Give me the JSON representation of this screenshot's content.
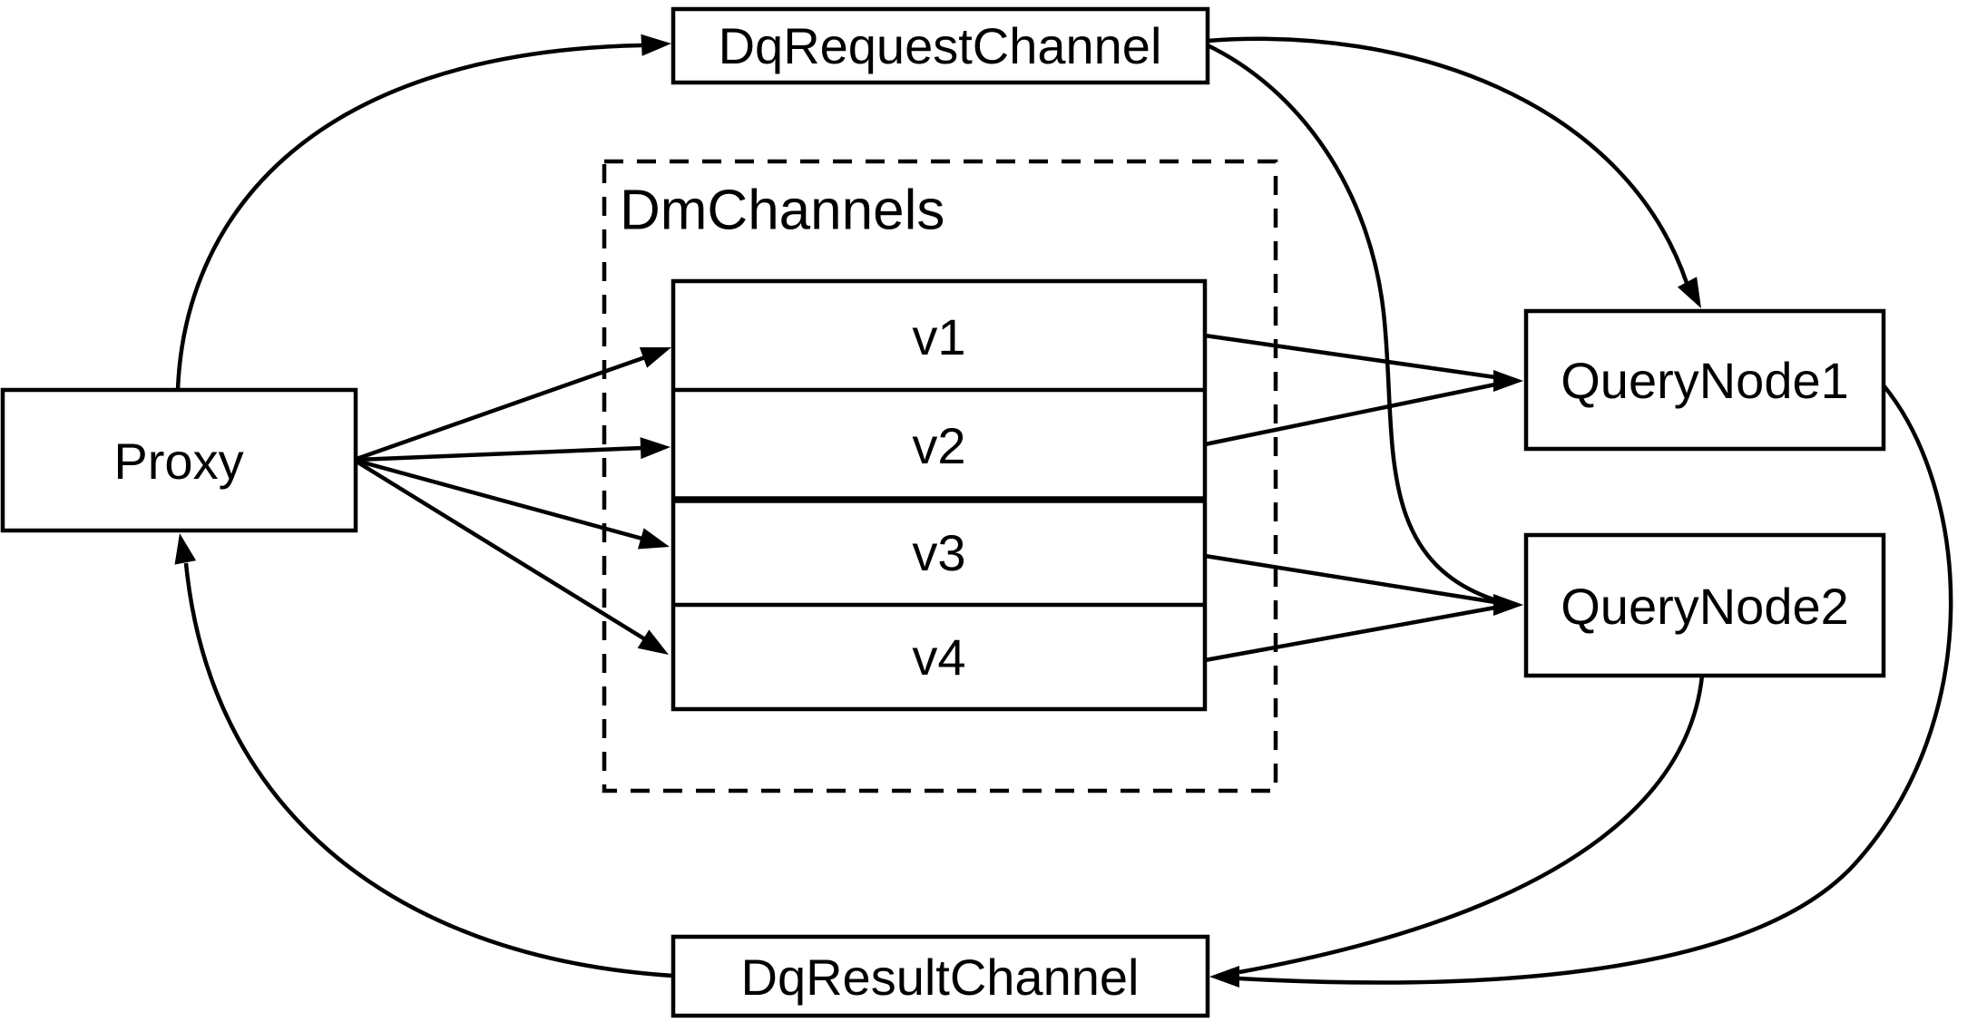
{
  "diagram": {
    "colors": {
      "stroke": "#000000",
      "background": "#ffffff",
      "node_fill": "#ffffff"
    },
    "nodes": {
      "dq_request_channel": {
        "label": "DqRequestChannel"
      },
      "proxy": {
        "label": "Proxy"
      },
      "dm_channels_group": {
        "label": "DmChannels"
      },
      "channels": [
        {
          "label": "v1"
        },
        {
          "label": "v2"
        },
        {
          "label": "v3"
        },
        {
          "label": "v4"
        }
      ],
      "query_node_1": {
        "label": "QueryNode1"
      },
      "query_node_2": {
        "label": "QueryNode2"
      },
      "dq_result_channel": {
        "label": "DqResultChannel"
      }
    },
    "edges": [
      {
        "from": "Proxy",
        "to": "DqRequestChannel"
      },
      {
        "from": "Proxy",
        "to": "v1"
      },
      {
        "from": "Proxy",
        "to": "v2"
      },
      {
        "from": "Proxy",
        "to": "v3"
      },
      {
        "from": "Proxy",
        "to": "v4"
      },
      {
        "from": "v1",
        "to": "QueryNode1"
      },
      {
        "from": "v2",
        "to": "QueryNode1"
      },
      {
        "from": "v3",
        "to": "QueryNode2"
      },
      {
        "from": "v4",
        "to": "QueryNode2"
      },
      {
        "from": "DqRequestChannel",
        "to": "QueryNode1"
      },
      {
        "from": "DqRequestChannel",
        "to": "QueryNode2"
      },
      {
        "from": "QueryNode1",
        "to": "DqResultChannel"
      },
      {
        "from": "QueryNode2",
        "to": "DqResultChannel"
      },
      {
        "from": "DqResultChannel",
        "to": "Proxy"
      }
    ]
  }
}
